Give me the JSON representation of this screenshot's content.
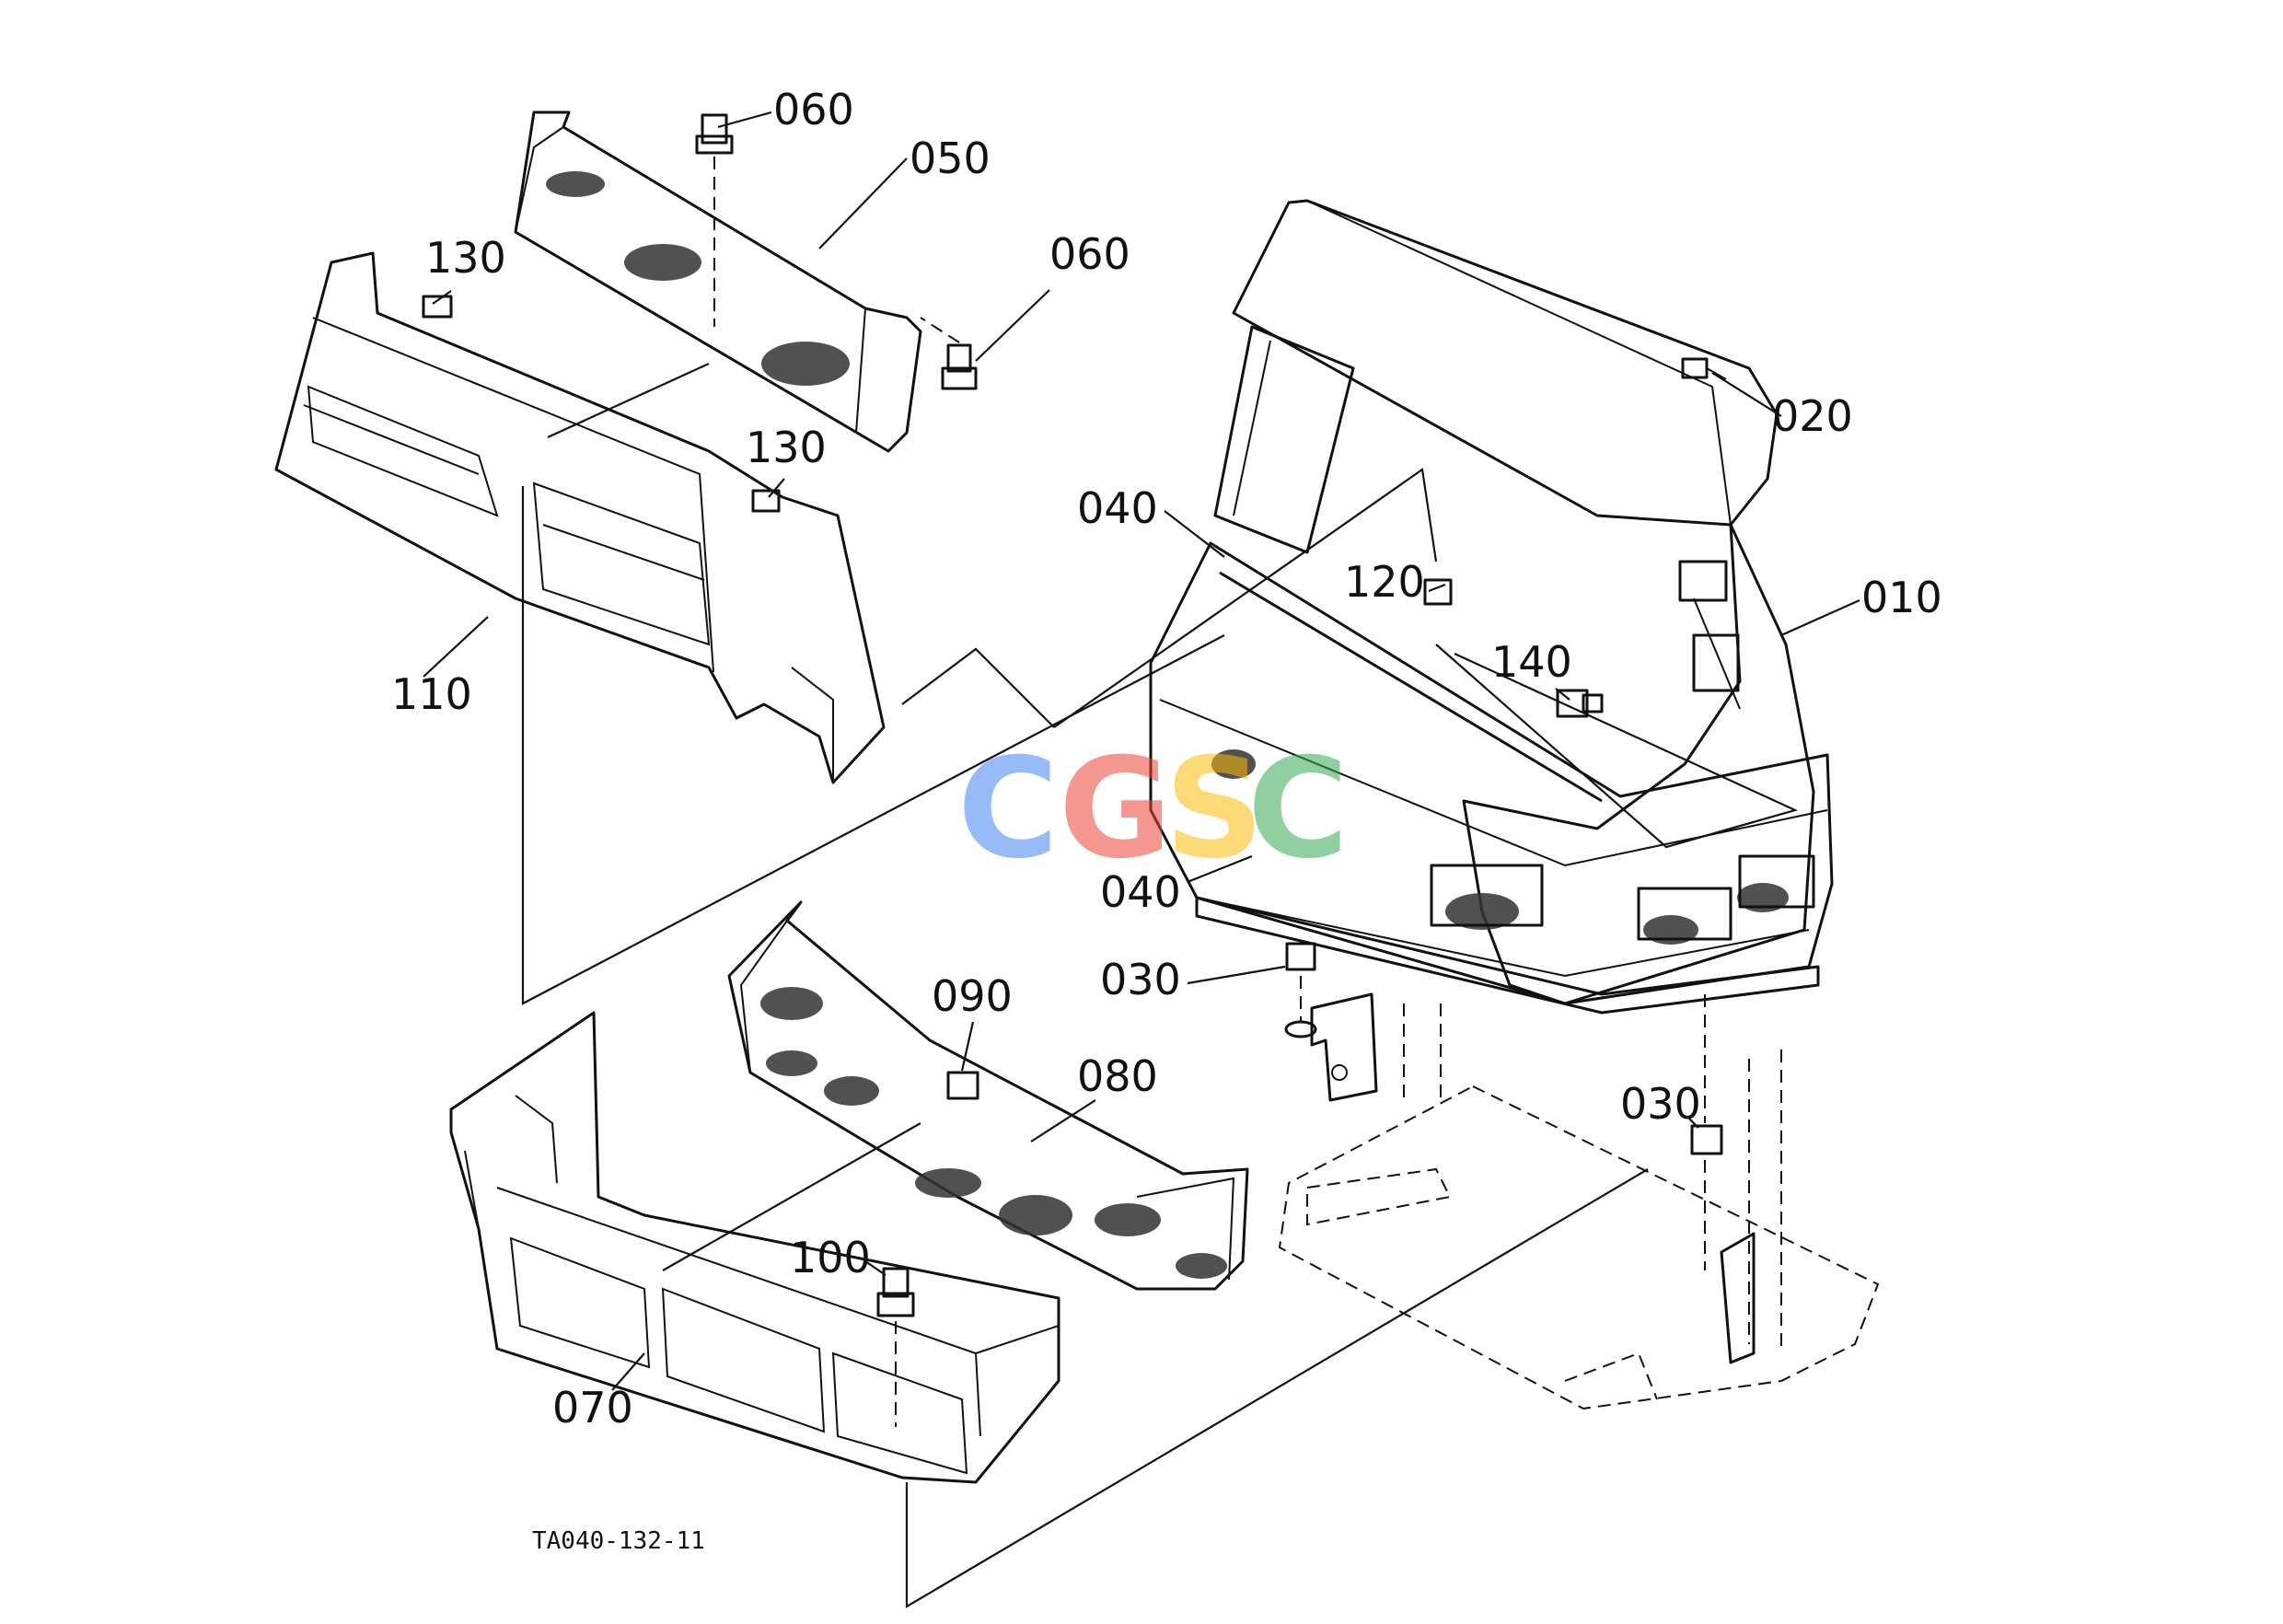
{
  "figure_code": "TA040-132-11",
  "watermark": {
    "letters": [
      "C",
      "G",
      "S",
      "C"
    ],
    "colors": [
      "#4285F4",
      "#EA4335",
      "#FBBC05",
      "#34A853"
    ]
  },
  "callouts": {
    "c010": "010",
    "c020": "020",
    "c030a": "030",
    "c030b": "030",
    "c040a": "040",
    "c040b": "040",
    "c050": "050",
    "c060a": "060",
    "c060b": "060",
    "c070": "070",
    "c080": "080",
    "c090": "090",
    "c100": "100",
    "c110": "110",
    "c120": "120",
    "c130a": "130",
    "c130b": "130",
    "c140": "140"
  }
}
